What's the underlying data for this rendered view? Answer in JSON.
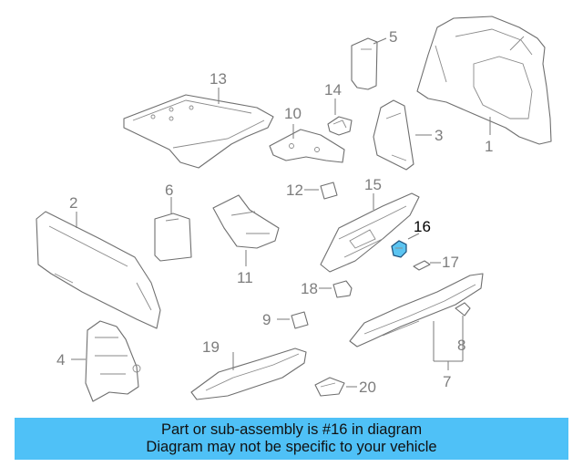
{
  "diagram": {
    "highlight_color": "#5bc4f1",
    "callouts": [
      {
        "id": "c1",
        "label": "1"
      },
      {
        "id": "c2",
        "label": "2"
      },
      {
        "id": "c3",
        "label": "3"
      },
      {
        "id": "c4",
        "label": "4"
      },
      {
        "id": "c5",
        "label": "5"
      },
      {
        "id": "c6",
        "label": "6"
      },
      {
        "id": "c7",
        "label": "7"
      },
      {
        "id": "c8",
        "label": "8"
      },
      {
        "id": "c9",
        "label": "9"
      },
      {
        "id": "c10",
        "label": "10"
      },
      {
        "id": "c11",
        "label": "11"
      },
      {
        "id": "c12",
        "label": "12"
      },
      {
        "id": "c13",
        "label": "13"
      },
      {
        "id": "c14",
        "label": "14"
      },
      {
        "id": "c15",
        "label": "15"
      },
      {
        "id": "c16",
        "label": "16",
        "highlighted": true
      },
      {
        "id": "c17",
        "label": "17"
      },
      {
        "id": "c18",
        "label": "18"
      },
      {
        "id": "c19",
        "label": "19"
      },
      {
        "id": "c20",
        "label": "20"
      }
    ]
  },
  "banner": {
    "line1": "Part or sub-assembly is #16 in diagram",
    "line2": "Diagram may not be specific to your vehicle",
    "color": "#4fc1f7"
  }
}
